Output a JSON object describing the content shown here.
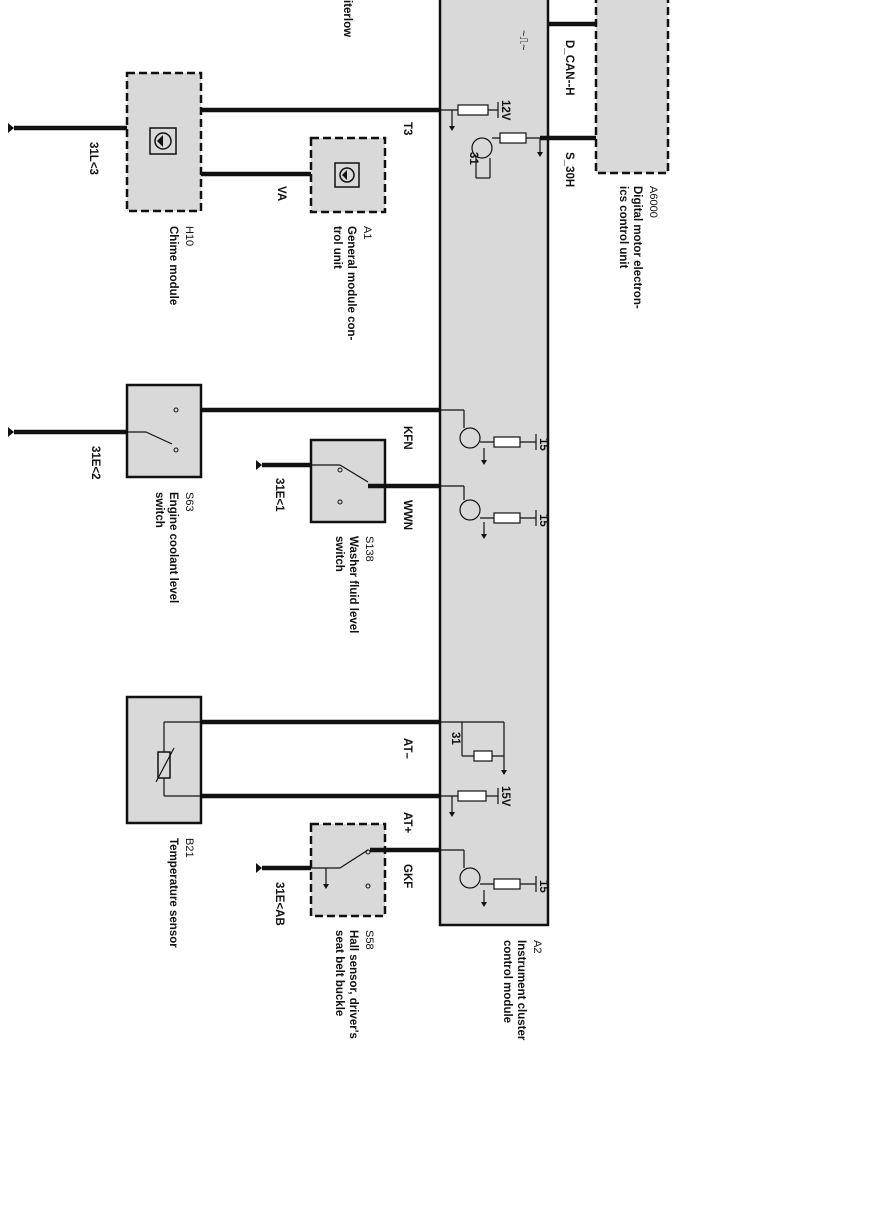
{
  "top_left_text": "iterlow",
  "a2": {
    "code": "A2",
    "lines": [
      "Instrument cluster",
      "control module"
    ]
  },
  "a6000": {
    "code": "A6000",
    "lines": [
      "Digital motor electron-",
      "ics control unit"
    ]
  },
  "h10": {
    "code": "H10",
    "lines": [
      "Chime module"
    ]
  },
  "a1": {
    "code": "A1",
    "lines": [
      "General module con-",
      "trol unit"
    ]
  },
  "s63": {
    "code": "S63",
    "lines": [
      "Engine coolant level",
      "switch"
    ]
  },
  "s138": {
    "code": "S138",
    "lines": [
      "Washer fluid level",
      "switch"
    ]
  },
  "b21": {
    "code": "B21",
    "lines": [
      "Temperature sensor"
    ]
  },
  "s58": {
    "code": "S58",
    "lines": [
      "Hall sensor, driver's",
      "seat belt buckle"
    ]
  },
  "pins": {
    "t3": "T3",
    "va": "VA",
    "kfn": "KFN",
    "wwn": "WWN",
    "at_minus": "AT–",
    "at_plus": "AT+",
    "gkf": "GKF",
    "d_can_h": "D_CAN--H",
    "s_30h": "S_30H"
  },
  "grounds": {
    "g1": "31L<3",
    "g2": "31E<2",
    "g3": "31E<1",
    "g4": "31E<AB"
  },
  "internal": {
    "v12": "12V",
    "t31": "31",
    "k15a": "15",
    "k15b": "15",
    "t31b": "31",
    "v15": "15V",
    "k15c": "15"
  },
  "can_signal": "~⎍~"
}
